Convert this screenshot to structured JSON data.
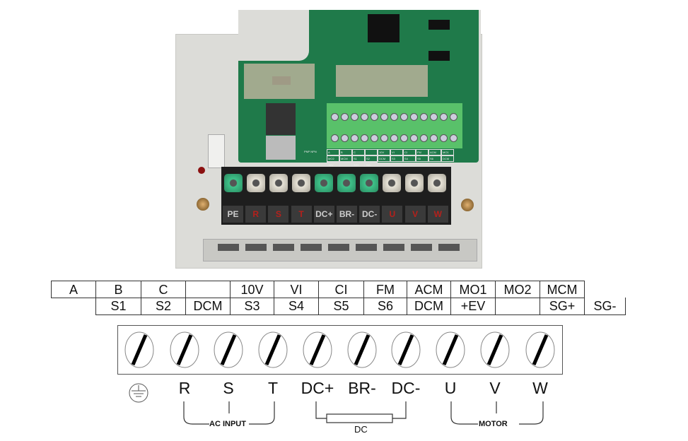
{
  "photo": {
    "pcb_legend": [
      "A",
      "B",
      "C",
      "",
      "10V",
      "VI",
      "CI",
      "FM",
      "ACM",
      "MO1",
      "MO2",
      "MCM",
      "S1",
      "S2",
      "DCM",
      "S3",
      "S4",
      "S5",
      "S6",
      "DCM",
      "+EV",
      "",
      "SG+",
      "SG-"
    ],
    "switch_labels": [
      "PNP",
      "NPN"
    ],
    "power_terminals": [
      {
        "label": "PE",
        "color": "#cccccc",
        "screw": "green"
      },
      {
        "label": "R",
        "color": "#b5201b",
        "screw": "white"
      },
      {
        "label": "S",
        "color": "#b5201b",
        "screw": "white"
      },
      {
        "label": "T",
        "color": "#b5201b",
        "screw": "white"
      },
      {
        "label": "DC+",
        "color": "#cccccc",
        "screw": "green"
      },
      {
        "label": "BR-",
        "color": "#cccccc",
        "screw": "green"
      },
      {
        "label": "DC-",
        "color": "#cccccc",
        "screw": "green"
      },
      {
        "label": "U",
        "color": "#b5201b",
        "screw": "white"
      },
      {
        "label": "V",
        "color": "#b5201b",
        "screw": "white"
      },
      {
        "label": "W",
        "color": "#b5201b",
        "screw": "white"
      }
    ]
  },
  "control_table": {
    "row1": [
      "A",
      "B",
      "C",
      "",
      "10V",
      "VI",
      "CI",
      "FM",
      "ACM",
      "MO1",
      "MO2",
      "MCM"
    ],
    "row2": [
      "S1",
      "S2",
      "DCM",
      "S3",
      "S4",
      "S5",
      "S6",
      "DCM",
      "+EV",
      "",
      "SG+",
      "SG-"
    ]
  },
  "power_diagram": {
    "terminals": [
      "ground-symbol",
      "R",
      "S",
      "T",
      "DC+",
      "BR-",
      "DC-",
      "U",
      "V",
      "W"
    ],
    "groups": {
      "ac_input": "AC INPUT",
      "dc": "DC",
      "motor": "MOTOR"
    }
  }
}
